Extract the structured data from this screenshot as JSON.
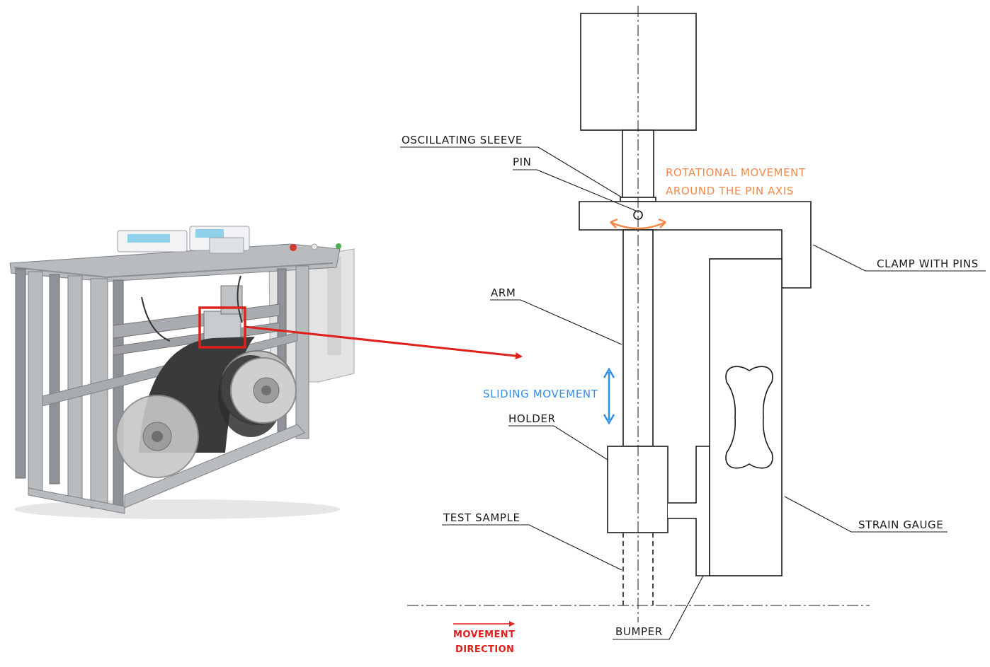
{
  "labels": {
    "oscillating_sleeve": "OSCILLATING SLEEVE",
    "pin": "PIN",
    "rotational_line1": "ROTATIONAL MOVEMENT",
    "rotational_line2": "AROUND THE PIN AXIS",
    "clamp_with_pins": "CLAMP WITH PINS",
    "arm": "ARM",
    "sliding_movement": "SLIDING MOVEMENT",
    "holder": "HOLDER",
    "test_sample": "TEST SAMPLE",
    "strain_gauge": "STRAIN GAUGE",
    "bumper": "BUMPER",
    "movement_line1": "MOVEMENT",
    "movement_line2": "DIRECTION"
  },
  "colors": {
    "line": "#1a1a1a",
    "rotational": "#f08a4b",
    "sliding": "#2f8fef",
    "highlight": "#e0201a"
  }
}
